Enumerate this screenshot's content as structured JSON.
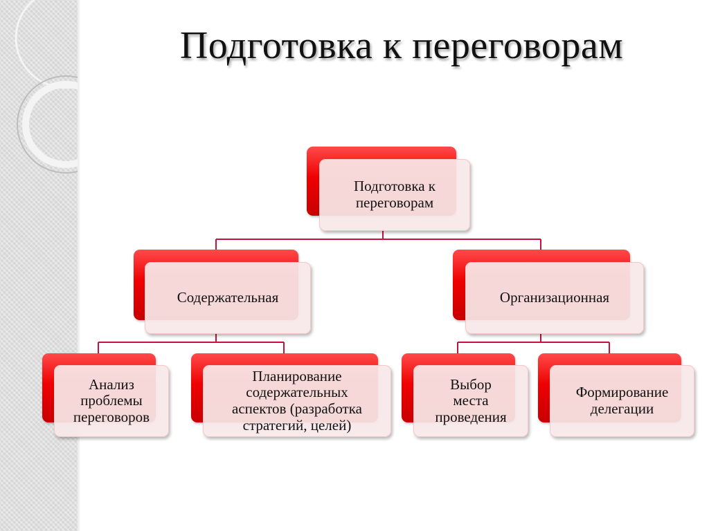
{
  "title": "Подготовка к переговорам",
  "diagram": {
    "root": {
      "label": "Подготовка к\nпереговорам"
    },
    "branches": [
      {
        "label": "Содержательная",
        "children": [
          {
            "label": "Анализ\nпроблемы\nпереговоров"
          },
          {
            "label": "Планирование\nсодержательных\nаспектов (разработка\nстратегий, целей)"
          }
        ]
      },
      {
        "label": "Организационная",
        "children": [
          {
            "label": "Выбор\nместа\nпроведения"
          },
          {
            "label": "Формирование\nделегации"
          }
        ]
      }
    ]
  },
  "colors": {
    "node_back": "#e60000",
    "node_front": "#f8e8e8",
    "connector": "#c8103a"
  }
}
